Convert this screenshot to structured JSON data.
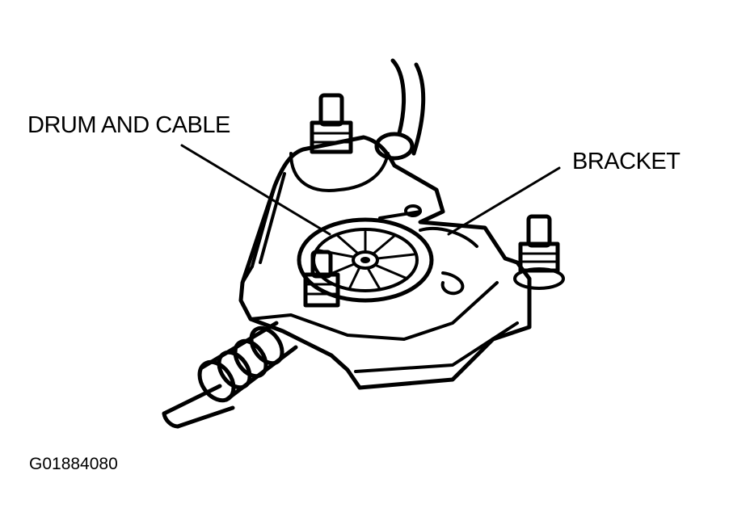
{
  "labels": {
    "drum_and_cable": "DRUM AND CABLE",
    "bracket": "BRACKET"
  },
  "figure_code": "G01884080",
  "colors": {
    "ink": "#000000",
    "background": "#ffffff"
  }
}
